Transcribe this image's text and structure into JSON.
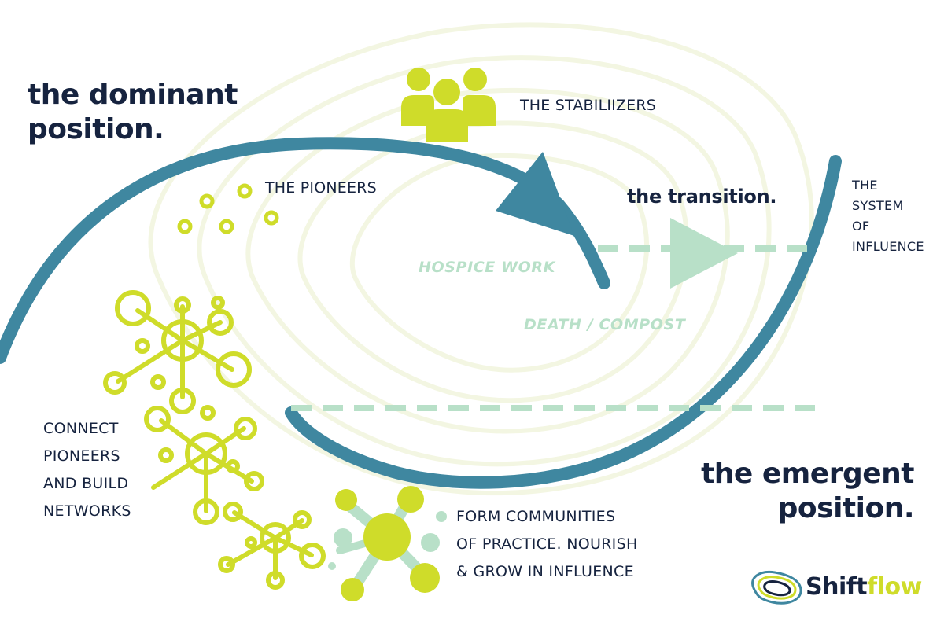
{
  "headings": {
    "dominant": [
      "the dominant",
      "position."
    ],
    "emergent": [
      "the emergent",
      "position."
    ],
    "transition": "the transition."
  },
  "labels": {
    "stabilizers": "THE STABILIIZERS",
    "pioneers": "THE PIONEERS",
    "system": [
      "THE",
      "SYSTEM",
      "OF",
      "INFLUENCE"
    ],
    "hospice": "HOSPICE WORK",
    "death": "DEATH / COMPOST",
    "connect": [
      "CONNECT",
      "PIONEERS",
      "AND BUILD",
      "NETWORKS"
    ],
    "communities": [
      "FORM COMMUNITIES",
      "OF PRACTICE. NOURISH",
      "& GROW IN INFLUENCE"
    ]
  },
  "logo": {
    "part1": "Shift",
    "part2": "flow"
  },
  "colors": {
    "teal": "#3f87a0",
    "lime": "#cfdc2a",
    "mint": "#b8e0c8",
    "navy": "#16233f",
    "contour": "#f3f6e2"
  },
  "icons": [
    "people-group-icon",
    "dots-cluster-icon",
    "network-node-icon",
    "community-molecule-icon",
    "play-arrow-icon",
    "shiftflow-logo-icon"
  ]
}
